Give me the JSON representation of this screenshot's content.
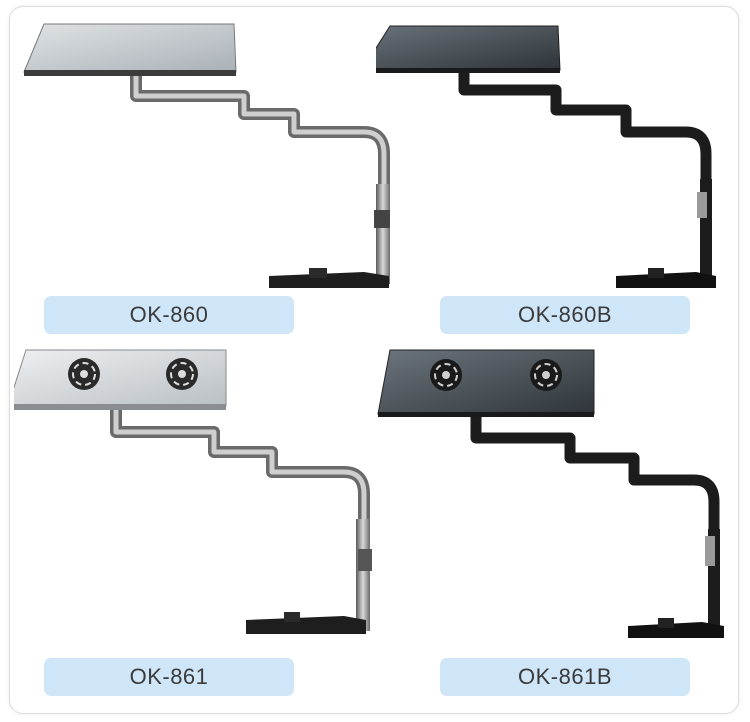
{
  "products": [
    {
      "model": "OK-860",
      "finish": "chrome",
      "fans": false
    },
    {
      "model": "OK-860B",
      "finish": "black",
      "fans": false
    },
    {
      "model": "OK-861",
      "finish": "chrome",
      "fans": true
    },
    {
      "model": "OK-861B",
      "finish": "black",
      "fans": true
    }
  ],
  "colors": {
    "label_bg": "#cfe5f8",
    "silver_tray": "#c9ced3",
    "dark_tray": "#4a5258",
    "chrome_arm": "#8a8a8a",
    "black_arm": "#1c1c1c"
  }
}
